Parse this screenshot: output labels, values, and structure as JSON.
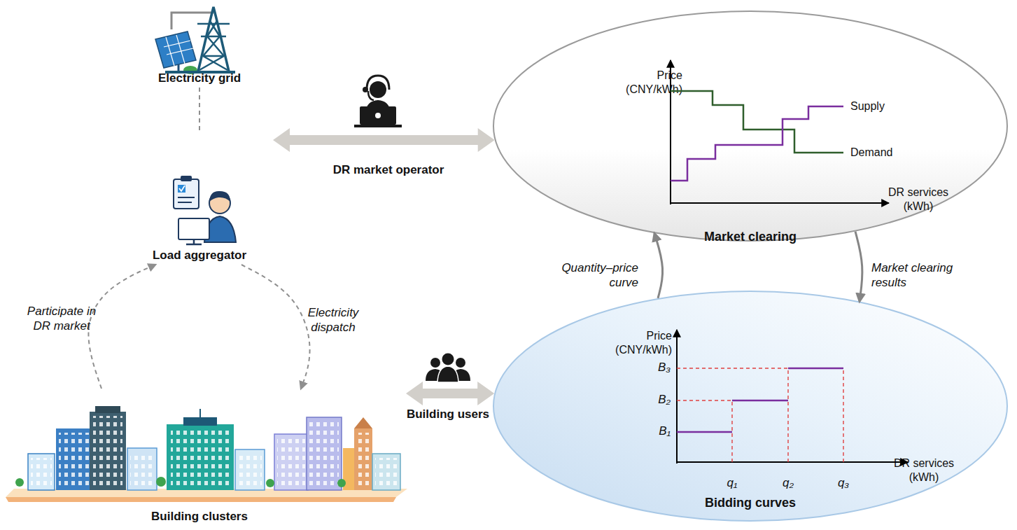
{
  "diagram": {
    "nodes": [
      {
        "text": [
          "Electricity grid"
        ]
      },
      {
        "text": [
          "Load aggregator"
        ]
      },
      {
        "text": [
          "Price (CNY/kWh)",
          "Supply",
          "Demand",
          "DR services (kWh)",
          "Market clearing"
        ]
      },
      {
        "text": [
          "Building clusters"
        ]
      },
      {
        "text": [
          "Price (CNY/kWh)",
          "B₃",
          "B₂",
          "B₁",
          "q₁",
          "q₂",
          "q₃",
          "DR services (kWh)",
          "Bidding curves"
        ]
      }
    ],
    "edges": [
      {
        "from": 0,
        "to": 1,
        "arrow": "none"
      },
      {
        "from": 1,
        "to": 2,
        "label": "DR market operator",
        "arrow": "both"
      },
      {
        "from": 3,
        "to": 1,
        "label": "Participate in DR market",
        "arrow": "to"
      },
      {
        "from": 1,
        "to": 3,
        "label": "Electricity dispatch",
        "arrow": "to"
      },
      {
        "from": 3,
        "to": 4,
        "label": "Building users",
        "arrow": "both"
      },
      {
        "from": 4,
        "to": 2,
        "label": "Quantity–price curve",
        "arrow": "to"
      },
      {
        "from": 2,
        "to": 4,
        "label": "Market clearing results",
        "arrow": "to"
      }
    ]
  }
}
